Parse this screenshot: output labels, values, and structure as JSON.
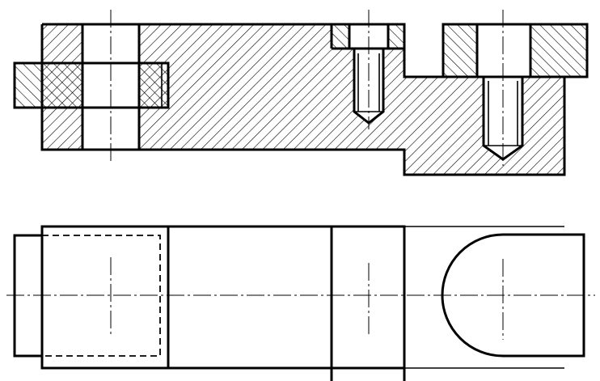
{
  "drawing": {
    "views": [
      "section-view",
      "top-view"
    ],
    "colors": {
      "line": "#000000",
      "background": "#ffffff"
    },
    "line_styles": [
      "visible-outline",
      "hatching",
      "hidden-dashed",
      "center-line"
    ]
  }
}
